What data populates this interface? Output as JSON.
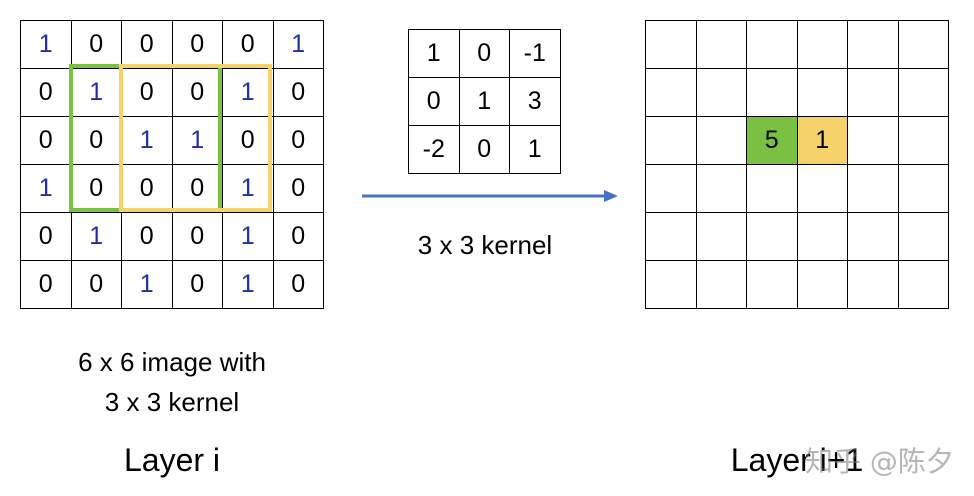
{
  "input_grid": [
    [
      "1",
      "0",
      "0",
      "0",
      "0",
      "1"
    ],
    [
      "0",
      "1",
      "0",
      "0",
      "1",
      "0"
    ],
    [
      "0",
      "0",
      "1",
      "1",
      "0",
      "0"
    ],
    [
      "1",
      "0",
      "0",
      "0",
      "1",
      "0"
    ],
    [
      "0",
      "1",
      "0",
      "0",
      "1",
      "0"
    ],
    [
      "0",
      "0",
      "1",
      "0",
      "1",
      "0"
    ]
  ],
  "kernel_grid": [
    [
      "1",
      "0",
      "-1"
    ],
    [
      "0",
      "1",
      "3"
    ],
    [
      "-2",
      "0",
      "1"
    ]
  ],
  "output": {
    "rows": 6,
    "cols": 6,
    "highlight_row": 2,
    "cells": [
      {
        "col": 2,
        "value": "5",
        "color": "#7ac043"
      },
      {
        "col": 3,
        "value": "1",
        "color": "#f5d36a"
      }
    ]
  },
  "colors": {
    "one_digit": "#1f2f9c",
    "first_window": "#7ac043",
    "second_window": "#f5d36a",
    "arrow": "#4472c4"
  },
  "captions": {
    "kernel": "3 x 3 kernel",
    "input_line1": "6 x 6 image with",
    "input_line2": "3 x 3 kernel",
    "layer_i": "Layer i",
    "layer_i1": "Layer i+1"
  },
  "watermark": "知乎 @陈夕"
}
